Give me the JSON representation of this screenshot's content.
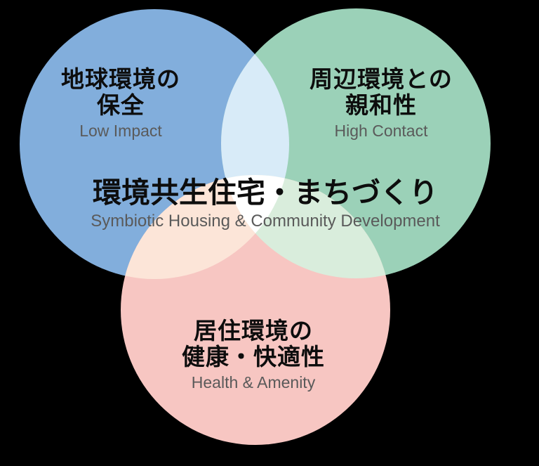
{
  "diagram": {
    "type": "venn",
    "background": "#000000",
    "title": {
      "jp": "環境共生住宅・まちづくり",
      "en": "Symbiotic Housing & Community Development"
    },
    "text_colors": {
      "heading": "#0D0D0D",
      "subtext": "#5A5A5A"
    },
    "circles": [
      {
        "name": "global-environment",
        "label_jp_line1": "地球環境の",
        "label_jp_line2": "保全",
        "label_en": "Low Impact",
        "color": "#82AEDC"
      },
      {
        "name": "surrounding-environment",
        "label_jp_line1": "周辺環境との",
        "label_jp_line2": "親和性",
        "label_en": "High Contact",
        "color": "#9BD1B8"
      },
      {
        "name": "living-environment",
        "label_jp_line1": "居住環境の",
        "label_jp_line2": "健康・快適性",
        "label_en": "Health & Amenity",
        "color": "#F7C6C2"
      }
    ],
    "overlap_colors": {
      "global_surrounding": "#D8EBF8",
      "global_living": "#FCE5D8",
      "surrounding_living": "#D9EDDC",
      "center": "#FFFFFF"
    }
  }
}
